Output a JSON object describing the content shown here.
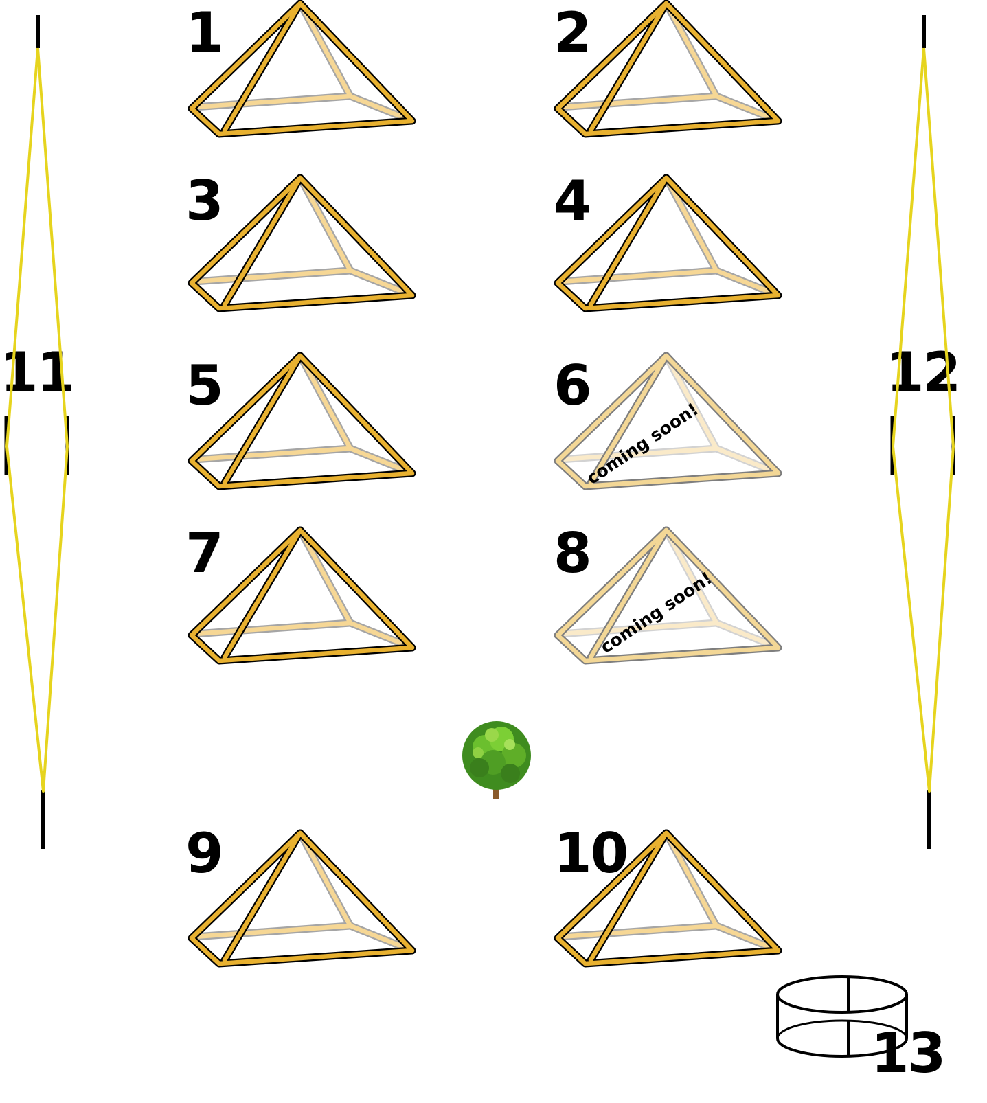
{
  "units": [
    {
      "id": "1",
      "type": "pyramid",
      "label": "1",
      "status": "available"
    },
    {
      "id": "2",
      "type": "pyramid",
      "label": "2",
      "status": "available"
    },
    {
      "id": "3",
      "type": "pyramid",
      "label": "3",
      "status": "available"
    },
    {
      "id": "4",
      "type": "pyramid",
      "label": "4",
      "status": "available"
    },
    {
      "id": "5",
      "type": "pyramid",
      "label": "5",
      "status": "available"
    },
    {
      "id": "6",
      "type": "pyramid",
      "label": "6",
      "status": "coming-soon",
      "note": "coming soon!"
    },
    {
      "id": "7",
      "type": "pyramid",
      "label": "7",
      "status": "available"
    },
    {
      "id": "8",
      "type": "pyramid",
      "label": "8",
      "status": "coming-soon",
      "note": "coming soon!"
    },
    {
      "id": "9",
      "type": "pyramid",
      "label": "9",
      "status": "available"
    },
    {
      "id": "10",
      "type": "pyramid",
      "label": "10",
      "status": "available"
    },
    {
      "id": "11",
      "type": "mast",
      "label": "11"
    },
    {
      "id": "12",
      "type": "mast",
      "label": "12"
    },
    {
      "id": "13",
      "type": "ring",
      "label": "13"
    }
  ],
  "decor": {
    "tree_icon": "tree-icon"
  },
  "colors": {
    "frame": "#e8b130",
    "outline": "#000000",
    "mast": "#e6d41e"
  }
}
